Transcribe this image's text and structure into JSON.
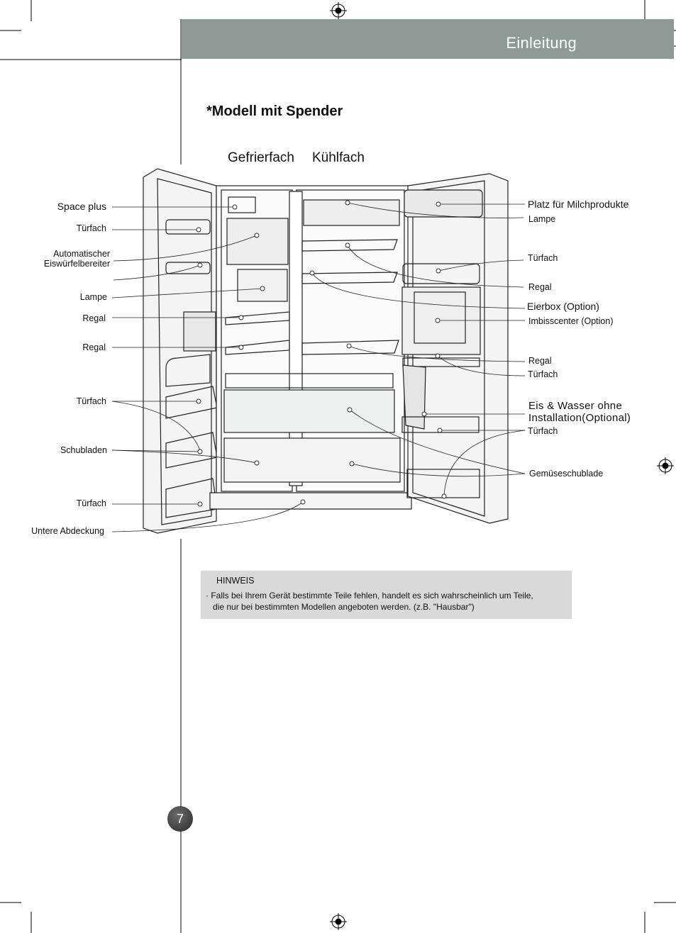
{
  "header": {
    "section_title": "Einleitung"
  },
  "heading": "*Modell mit Spender",
  "compartments": {
    "freezer": "Gefrierfach",
    "fridge": "Kühlfach"
  },
  "labels_left": {
    "space_plus": "Space plus",
    "tuerfach_1": "Türfach",
    "eiswuerfel_line1": "Automatischer",
    "eiswuerfel_line2": "Eiswürfelbereiter",
    "lampe": "Lampe",
    "regal_1": "Regal",
    "regal_2": "Regal",
    "tuerfach_2": "Türfach",
    "schubladen": "Schubladen",
    "tuerfach_3": "Türfach",
    "untere_abdeckung": "Untere Abdeckung"
  },
  "labels_right": {
    "milchprodukte": "Platz für Milchprodukte",
    "lampe": "Lampe",
    "tuerfach_1": "Türfach",
    "regal_1": "Regal",
    "eierbox": "Eierbox (Option)",
    "imbisscenter": "Imbisscenter (Option)",
    "regal_2": "Regal",
    "tuerfach_2": "Türfach",
    "eis_wasser_line1": "Eis & Wasser ohne",
    "eis_wasser_line2": "Installation(Optional)",
    "tuerfach_3": "Türfach",
    "gemuese": "Gemüseschublade"
  },
  "note": {
    "title": "HINWEIS",
    "line1": "· Falls bei Ihrem Gerät bestimmte Teile fehlen, handelt es sich wahrscheinlich um Teile,",
    "line2": "die nur bei bestimmten Modellen angeboten werden. (z.B. \"Hausbar\")"
  },
  "page_number": "7"
}
